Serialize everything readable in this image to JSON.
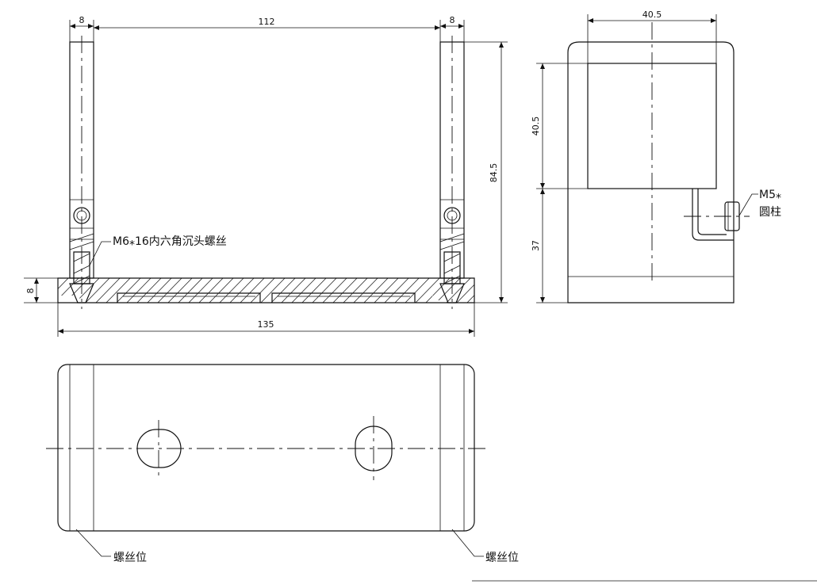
{
  "dimensions": {
    "top_left_width": "8",
    "top_span": "112",
    "top_right_width": "8",
    "total_height": "84.5",
    "base_thickness": "8",
    "total_length": "135",
    "side_width": "40.5",
    "side_upper_height": "40.5",
    "side_lower_height": "37"
  },
  "callouts": {
    "countersunk_screw": "M6⁎16内六角沉头螺丝",
    "side_screw_line1": "M5⁎",
    "side_screw_line2": "圆柱",
    "screw_position_left": "螺丝位",
    "screw_position_right": "螺丝位"
  }
}
